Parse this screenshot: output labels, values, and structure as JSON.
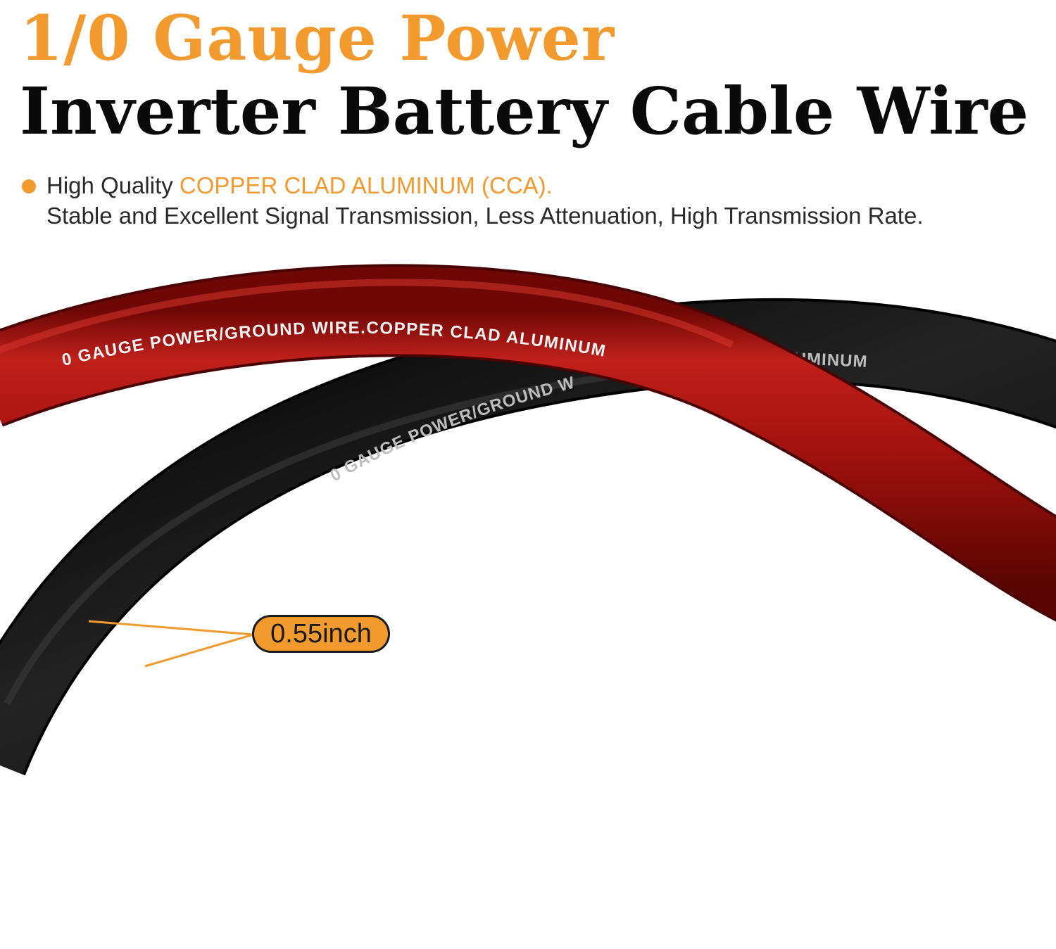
{
  "header": {
    "title_line1": "1/0 Gauge Power",
    "title_line2": "Inverter Battery Cable Wire"
  },
  "feature": {
    "prefix": "High Quality ",
    "highlight": "COPPER CLAD ALUMINUM (CCA).",
    "description": "Stable and Excellent Signal Transmission, Less Attenuation, High Transmission Rate."
  },
  "cables": {
    "red_print": "0 GAUGE POWER/GROUND WIRE.COPPER CLAD ALUMINUM",
    "black_print_lower": "0 GAUGE POWER/GROUND W",
    "black_print_upper": "AD ALUMINUM"
  },
  "measurement": {
    "label": "0.55inch"
  },
  "colors": {
    "accent": "#f39a2e",
    "red_cable": "#b3140f",
    "black_cable": "#0c0c0c"
  }
}
